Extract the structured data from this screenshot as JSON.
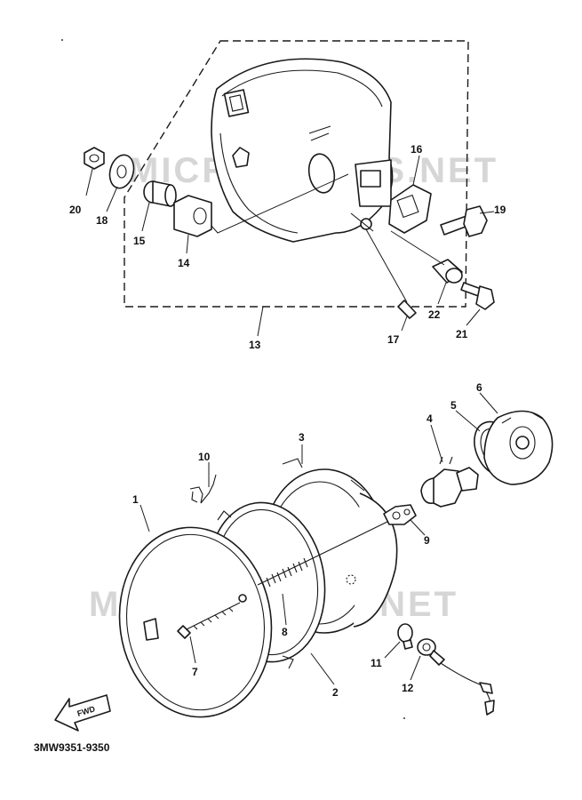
{
  "diagram": {
    "code": "3MW9351-9350",
    "watermark": "MICROFICHES.NET",
    "direction_arrow": "FWD",
    "callouts": [
      "1",
      "2",
      "3",
      "4",
      "5",
      "6",
      "7",
      "8",
      "9",
      "10",
      "11",
      "12",
      "13",
      "14",
      "15",
      "16",
      "17",
      "18",
      "19",
      "20",
      "21",
      "22"
    ]
  },
  "colors": {
    "line": "#1a1a1a",
    "watermark": "#d6d6d6",
    "background": "#ffffff"
  }
}
